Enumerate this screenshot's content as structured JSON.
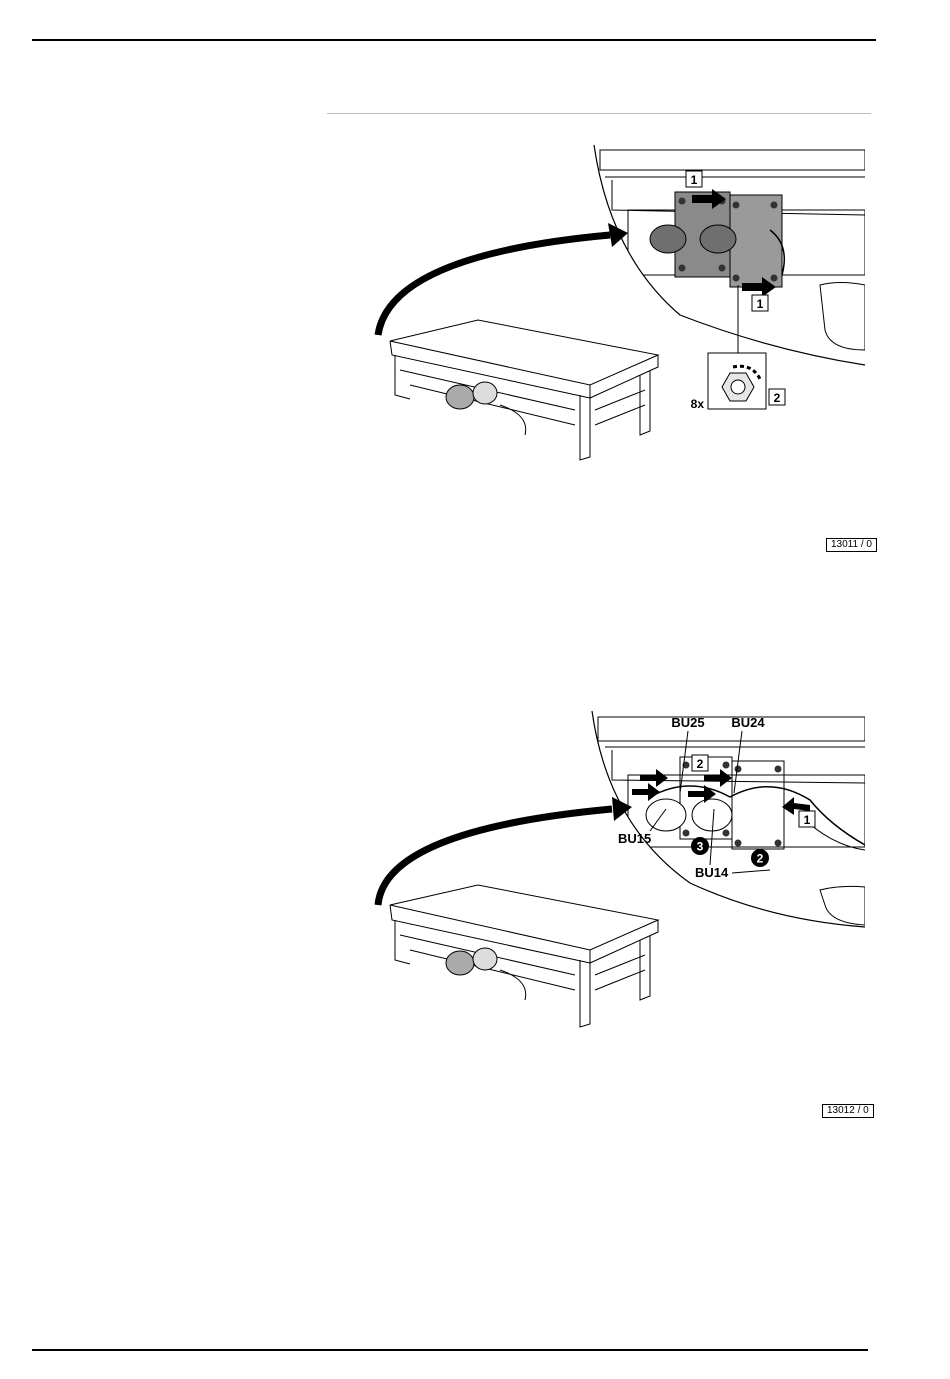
{
  "figure1": {
    "ref": "13011 / 0",
    "callouts": {
      "c1a": "1",
      "c1b": "1",
      "c2": "2",
      "qty": "8x"
    }
  },
  "figure2": {
    "ref": "13012 / 0",
    "callouts": {
      "bu25": "BU25",
      "bu24": "BU24",
      "bu15": "BU15",
      "bu14": "BU14",
      "c2a": "2",
      "c1": "1",
      "c3": "3",
      "c2b": "2"
    }
  }
}
